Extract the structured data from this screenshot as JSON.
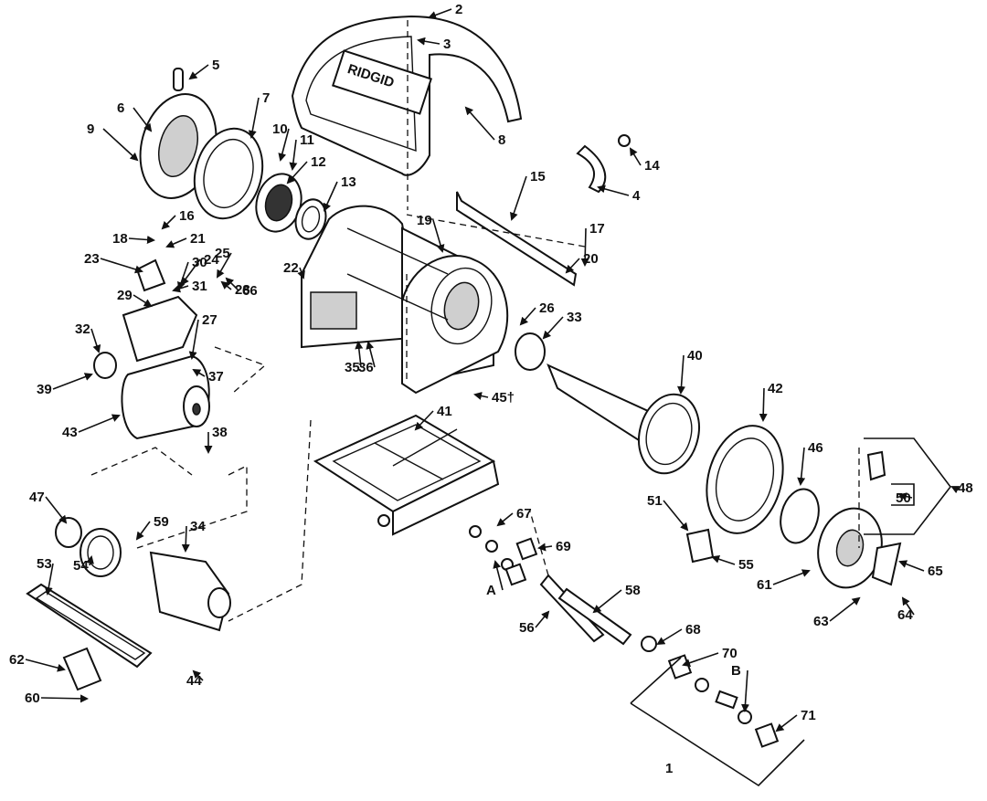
{
  "brand": "RIDGID",
  "callouts": [
    "2",
    "3",
    "5",
    "6",
    "7",
    "8",
    "9",
    "10",
    "11",
    "12",
    "13",
    "15",
    "16",
    "17",
    "18",
    "19",
    "20",
    "21",
    "22",
    "23",
    "24",
    "25",
    "26",
    "27",
    "28",
    "29",
    "30",
    "31",
    "32",
    "33",
    "34",
    "35",
    "36",
    "37",
    "38",
    "39",
    "40",
    "41",
    "42",
    "43",
    "44",
    "45†",
    "46",
    "47",
    "48",
    "50",
    "51",
    "53",
    "54",
    "55",
    "56",
    "58",
    "59",
    "60",
    "61",
    "62",
    "63",
    "64",
    "65",
    "66",
    "67",
    "68",
    "69",
    "70",
    "71",
    "A",
    "B",
    "1",
    "4",
    "14"
  ],
  "icons": {
    "arrow": "arrow-icon",
    "bracket": "bracket-icon"
  }
}
